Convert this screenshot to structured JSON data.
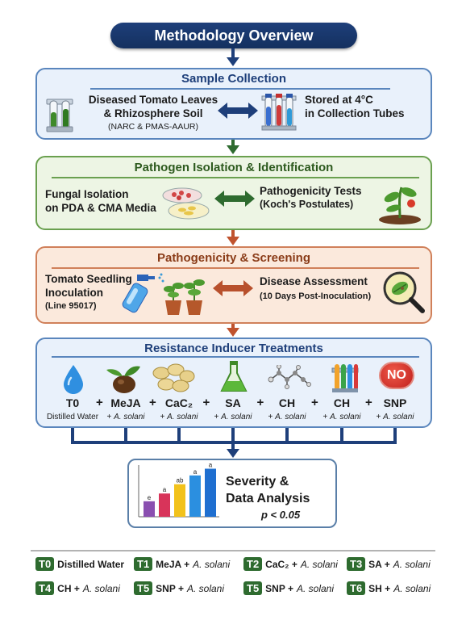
{
  "title": "Methodology Overview",
  "sample": {
    "heading": "Sample Collection",
    "left_line1": "Diseased Tomato Leaves",
    "left_line2": "& Rhizosphere Soil",
    "left_sub": "(NARC & PMAS-AAUR)",
    "right_line1": "Stored at 4°C",
    "right_line2": "in Collection Tubes"
  },
  "isolation": {
    "heading": "Pathogen Isolation & Identification",
    "left_line1": "Fungal Isolation",
    "left_line2": "on PDA & CMA Media",
    "right_line1": "Pathogenicity Tests",
    "right_line2": "(Koch's Postulates)"
  },
  "screening": {
    "heading": "Pathogenicity & Screening",
    "left_line1": "Tomato Seedling",
    "left_line2": "Inoculation",
    "left_sub": "(Line 95017)",
    "right_line1": "Disease Assessment",
    "right_sub": "(10 Days Post-Inoculation)"
  },
  "treatments": {
    "heading": "Resistance Inducer Treatments",
    "plus": "+",
    "no_badge": "NO",
    "items": [
      {
        "code": "T0",
        "sub": "Distilled Water",
        "pathogen": ""
      },
      {
        "code": "MeJA",
        "sub": "+ ",
        "pathogen": "A. solani"
      },
      {
        "code": "CaC₂",
        "sub": "+ ",
        "pathogen": "A. solani"
      },
      {
        "code": "SA",
        "sub": "+ ",
        "pathogen": "A. solani"
      },
      {
        "code": "CH",
        "sub": "+ ",
        "pathogen": "A. solani"
      },
      {
        "code": "CH",
        "sub": "+ ",
        "pathogen": "A. solani"
      },
      {
        "code": "SNP",
        "sub": "+ ",
        "pathogen": "A. solani"
      }
    ]
  },
  "analysis": {
    "line1": "Severity &",
    "line2": "Data Analysis",
    "pvalue": "p < 0.05",
    "bar_letters": [
      "e",
      "a",
      "ab",
      "a",
      "a"
    ],
    "bar_values": [
      0.3,
      0.45,
      0.63,
      0.8,
      0.93
    ],
    "bar_colors": [
      "#8a4fb0",
      "#d8345a",
      "#f2c21b",
      "#2b8fe0",
      "#1f6fd0"
    ]
  },
  "legend": [
    {
      "code": "T0",
      "label": "Distilled Water",
      "pathogen": ""
    },
    {
      "code": "T1",
      "label": "MeJA + ",
      "pathogen": "A. solani"
    },
    {
      "code": "T2",
      "label": "CaC₂ + ",
      "pathogen": "A. solani"
    },
    {
      "code": "T3",
      "label": "SA + ",
      "pathogen": "A. solani"
    },
    {
      "code": "T4",
      "label": "CH + ",
      "pathogen": "A. solani"
    },
    {
      "code": "T5",
      "label": "SNP + ",
      "pathogen": "A. solani"
    },
    {
      "code": "T5",
      "label": "SNP + ",
      "pathogen": "A. solani"
    },
    {
      "code": "T6",
      "label": "SH + ",
      "pathogen": "A. solani"
    }
  ],
  "colors": {
    "navy": "#1e3f7a",
    "green": "#2e6b2f",
    "orange_arrow": "#c0532e",
    "blue_text": "#1e3f7a",
    "green_text": "#2d5a1e",
    "orange_text": "#8a3b17"
  }
}
